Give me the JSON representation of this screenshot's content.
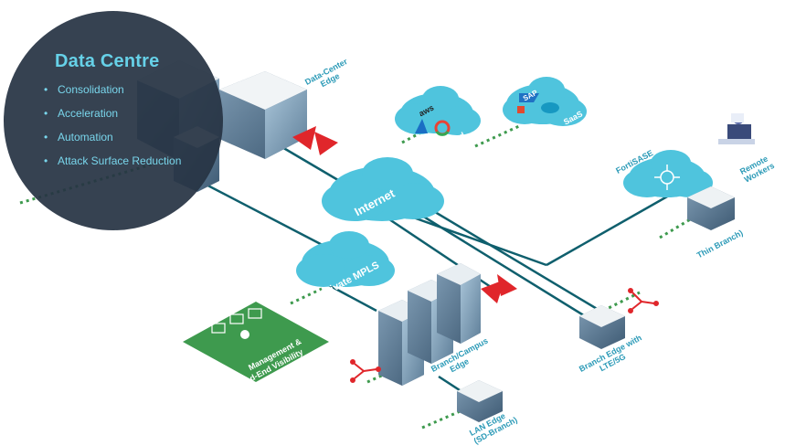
{
  "data_centre": {
    "title": "Data Centre",
    "items": [
      "Consolidation",
      "Acceleration",
      "Automation",
      "Attack Surface Reduction"
    ]
  },
  "labels": {
    "dc_edge": [
      "Data-Center",
      "Edge"
    ],
    "cloud": "Cloud",
    "saas": "SaaS",
    "internet": "Internet",
    "private_mpls": "Private MPLS",
    "fortisase": "FortiSASE",
    "remote_workers": [
      "Remote",
      "Workers"
    ],
    "thin_branch": "Thin Branch)",
    "branch_campus_edge": [
      "Branch/Campus",
      "Edge"
    ],
    "branch_edge_lte": [
      "Branch Edge with",
      "LTE/5G"
    ],
    "lan_edge": [
      "LAN Edge",
      "(SD-Branch)"
    ],
    "management": [
      "Management &",
      "End-End Visibility"
    ],
    "aws": "aws",
    "sap": "SAP"
  },
  "colors": {
    "panel": "#273444",
    "accent_cyan": "#66d1e8",
    "link": "#0f5f6d",
    "cloud": "#4fc4dd",
    "green": "#3e9a4e",
    "red": "#e0262b"
  }
}
